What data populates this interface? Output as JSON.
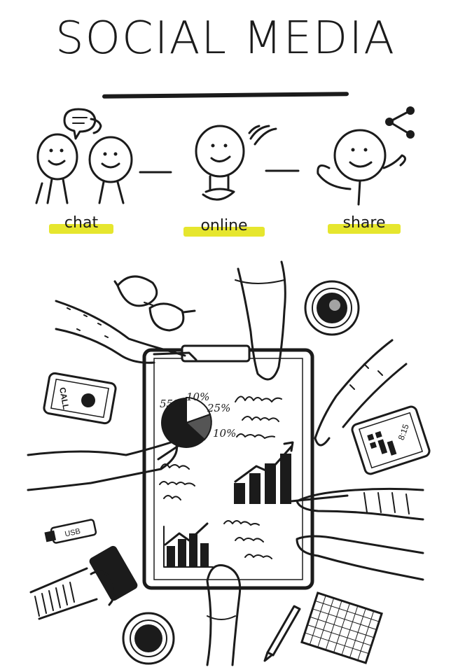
{
  "title": "SOCIAL MEDIA",
  "labels": {
    "chat": "chat",
    "online": "online",
    "share": "share"
  },
  "board": {
    "pct_55": "55%",
    "pct_10a": "10%",
    "pct_25": "25%",
    "pct_10b": "10%"
  },
  "phone": {
    "call": "CALL"
  },
  "tablet": {
    "time": "8:15"
  },
  "usb": {
    "label": "USB"
  },
  "colors": {
    "highlight": "#e6e62e",
    "ink": "#1b1b1b",
    "paper": "#ffffff"
  },
  "icons": {
    "chat_bubble": "chat-bubble-icon",
    "wifi": "wifi-icon",
    "share": "share-icon"
  }
}
